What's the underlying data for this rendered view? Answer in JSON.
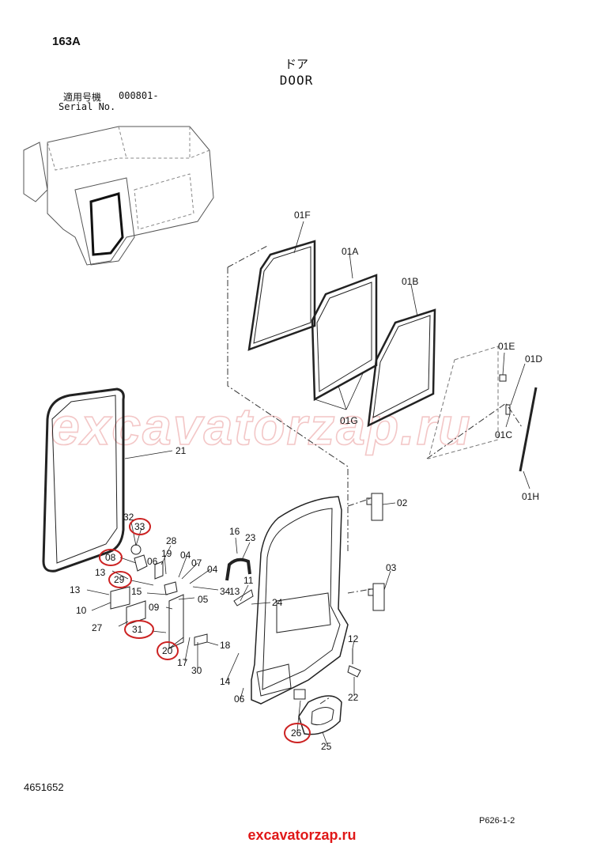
{
  "header": {
    "page_code": "163A",
    "title_jp": "ドア",
    "title_en": "DOOR",
    "serial_label_jp": "適用号機",
    "serial_value": "000801-",
    "serial_label_en": "Serial No."
  },
  "watermark": {
    "text": "excavatorzap.ru",
    "color": "#f3c7c7"
  },
  "drawing_number": "4651652",
  "ref_code": "P626-1-2",
  "footer": {
    "text": "excavatorzap.ru",
    "color": "#e01818"
  },
  "circle_color": "#cc2222",
  "callouts": [
    {
      "id": "c01F",
      "label": "01F"
    },
    {
      "id": "c01A",
      "label": "01A"
    },
    {
      "id": "c01B",
      "label": "01B"
    },
    {
      "id": "c01E",
      "label": "01E"
    },
    {
      "id": "c01D",
      "label": "01D"
    },
    {
      "id": "c01C",
      "label": "01C"
    },
    {
      "id": "c01G",
      "label": "01G"
    },
    {
      "id": "c01H",
      "label": "01H"
    },
    {
      "id": "c21",
      "label": "21"
    },
    {
      "id": "c02",
      "label": "02"
    },
    {
      "id": "c03",
      "label": "03"
    },
    {
      "id": "c32",
      "label": "32"
    },
    {
      "id": "c33",
      "label": "33",
      "circled": true
    },
    {
      "id": "c28",
      "label": "28"
    },
    {
      "id": "c08",
      "label": "08",
      "circled": true
    },
    {
      "id": "c06a",
      "label": "06"
    },
    {
      "id": "c19",
      "label": "19"
    },
    {
      "id": "c04a",
      "label": "04"
    },
    {
      "id": "c07",
      "label": "07"
    },
    {
      "id": "c04b",
      "label": "04"
    },
    {
      "id": "c16",
      "label": "16"
    },
    {
      "id": "c23",
      "label": "23"
    },
    {
      "id": "c13a",
      "label": "13"
    },
    {
      "id": "c29",
      "label": "29",
      "circled": true
    },
    {
      "id": "c13b",
      "label": "13"
    },
    {
      "id": "c15",
      "label": "15"
    },
    {
      "id": "c34",
      "label": "34"
    },
    {
      "id": "c05",
      "label": "05"
    },
    {
      "id": "c11",
      "label": "11"
    },
    {
      "id": "c13c",
      "label": "13"
    },
    {
      "id": "c10",
      "label": "10"
    },
    {
      "id": "c09",
      "label": "09"
    },
    {
      "id": "c24",
      "label": "24"
    },
    {
      "id": "c27",
      "label": "27"
    },
    {
      "id": "c31",
      "label": "31",
      "circled": true
    },
    {
      "id": "c18",
      "label": "18"
    },
    {
      "id": "c12",
      "label": "12"
    },
    {
      "id": "c20",
      "label": "20",
      "circled": true
    },
    {
      "id": "c17",
      "label": "17"
    },
    {
      "id": "c30",
      "label": "30"
    },
    {
      "id": "c14",
      "label": "14"
    },
    {
      "id": "c06b",
      "label": "06"
    },
    {
      "id": "c22",
      "label": "22"
    },
    {
      "id": "c26",
      "label": "26",
      "circled": true
    },
    {
      "id": "c25",
      "label": "25"
    }
  ]
}
